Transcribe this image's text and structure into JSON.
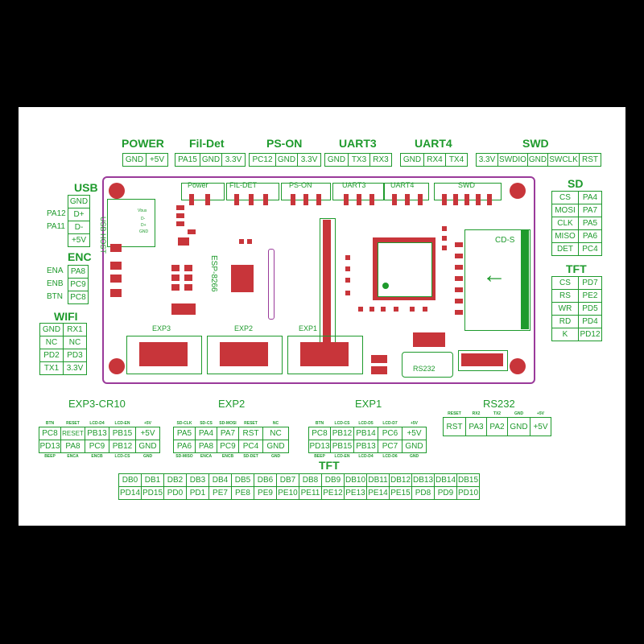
{
  "top": {
    "power": {
      "title": "POWER",
      "pins": [
        "GND",
        "+5V"
      ]
    },
    "fildet": {
      "title": "Fil-Det",
      "pins": [
        "PA15",
        "GND",
        "3.3V"
      ]
    },
    "pson": {
      "title": "PS-ON",
      "pins": [
        "PC12",
        "GND",
        "3.3V"
      ]
    },
    "uart3": {
      "title": "UART3",
      "pins": [
        "GND",
        "TX3",
        "RX3"
      ]
    },
    "uart4": {
      "title": "UART4",
      "pins": [
        "GND",
        "RX4",
        "TX4"
      ]
    },
    "swd": {
      "title": "SWD",
      "pins": [
        "3.3V",
        "SWDIO",
        "GND",
        "SWCLK",
        "RST"
      ]
    }
  },
  "usb": {
    "title": "USB",
    "rows": [
      [
        "",
        "GND"
      ],
      [
        "PA12",
        "D+"
      ],
      [
        "PA11",
        "D-"
      ],
      [
        "",
        "+5V"
      ]
    ]
  },
  "enc": {
    "title": "ENC",
    "rows": [
      [
        "ENA",
        "PA8"
      ],
      [
        "ENB",
        "PC9"
      ],
      [
        "BTN",
        "PC8"
      ]
    ]
  },
  "wifi": {
    "title": "WIFI",
    "rows": [
      [
        "GND",
        "RX1"
      ],
      [
        "NC",
        "NC"
      ],
      [
        "PD2",
        "PD3"
      ],
      [
        "TX1",
        "3.3V"
      ]
    ]
  },
  "sd": {
    "title": "SD",
    "rows": [
      [
        "CS",
        "PA4"
      ],
      [
        "MOSI",
        "PA7"
      ],
      [
        "CLK",
        "PA5"
      ],
      [
        "MISO",
        "PA6"
      ],
      [
        "DET",
        "PC4"
      ]
    ]
  },
  "tft_right": {
    "title": "TFT",
    "rows": [
      [
        "CS",
        "PD7"
      ],
      [
        "RS",
        "PE2"
      ],
      [
        "WR",
        "PD5"
      ],
      [
        "RD",
        "PD4"
      ],
      [
        "K",
        "PD12"
      ]
    ]
  },
  "exp3": {
    "title": "EXP3-CR10",
    "top_labels": [
      "BTN",
      "RESET",
      "LCD-D4",
      "LCD-EN",
      "+5V"
    ],
    "row1": [
      "PC8",
      "RESET",
      "PB13",
      "PB15",
      "+5V"
    ],
    "row2": [
      "PD13",
      "PA8",
      "PC9",
      "PB12",
      "GND"
    ],
    "bottom_labels": [
      "BEEP",
      "ENCA",
      "ENCB",
      "LCD-CS",
      "GND"
    ]
  },
  "exp2": {
    "title": "EXP2",
    "top_labels": [
      "SD-CLK",
      "SD-CS",
      "SD-MOSI",
      "RESET",
      "NC"
    ],
    "row1": [
      "PA5",
      "PA4",
      "PA7",
      "RST",
      "NC"
    ],
    "row2": [
      "PA6",
      "PA8",
      "PC9",
      "PC4",
      "GND"
    ],
    "bottom_labels": [
      "SD-MISO",
      "ENCA",
      "ENCB",
      "SD-DET",
      "GND"
    ]
  },
  "exp1": {
    "title": "EXP1",
    "top_labels": [
      "BTN",
      "LCD-CS",
      "LCD-D5",
      "LCD-D7",
      "+5V"
    ],
    "row1": [
      "PC8",
      "PB12",
      "PB14",
      "PC6",
      "+5V"
    ],
    "row2": [
      "PD13",
      "PB15",
      "PB13",
      "PC7",
      "GND"
    ],
    "bottom_labels": [
      "BEEP",
      "LCD-EN",
      "LCD-D4",
      "LCD-D6",
      "GND"
    ]
  },
  "rs232": {
    "title": "RS232",
    "top_labels": [
      "RESET",
      "RX2",
      "TX2",
      "GND",
      "+5V"
    ],
    "pins": [
      "RST",
      "PA3",
      "PA2",
      "GND",
      "+5V"
    ]
  },
  "tft_bottom": {
    "title": "TFT",
    "row1": [
      "DB0",
      "DB1",
      "DB2",
      "DB3",
      "DB4",
      "DB5",
      "DB6",
      "DB7",
      "DB8",
      "DB9",
      "DB10",
      "DB11",
      "DB12",
      "DB13",
      "DB14",
      "DB15"
    ],
    "row2": [
      "PD14",
      "PD15",
      "PD0",
      "PD1",
      "PE7",
      "PE8",
      "PE9",
      "PE10",
      "PE11",
      "PE12",
      "PE13",
      "PE14",
      "PE15",
      "PD8",
      "PD9",
      "PD10"
    ]
  },
  "board": {
    "conn_labels": [
      "Power",
      "FIL-DET",
      "PS-ON",
      "UART3",
      "UART4",
      "SWD"
    ],
    "usb_host": "USB HOST",
    "esp": "ESP-8266",
    "exp_labels": [
      "EXP3",
      "EXP2",
      "EXP1"
    ],
    "rs232": "RS232",
    "cds": "CD-S",
    "usb_pin_labels": [
      "Vbus",
      "D-",
      "D+",
      "GND"
    ]
  }
}
